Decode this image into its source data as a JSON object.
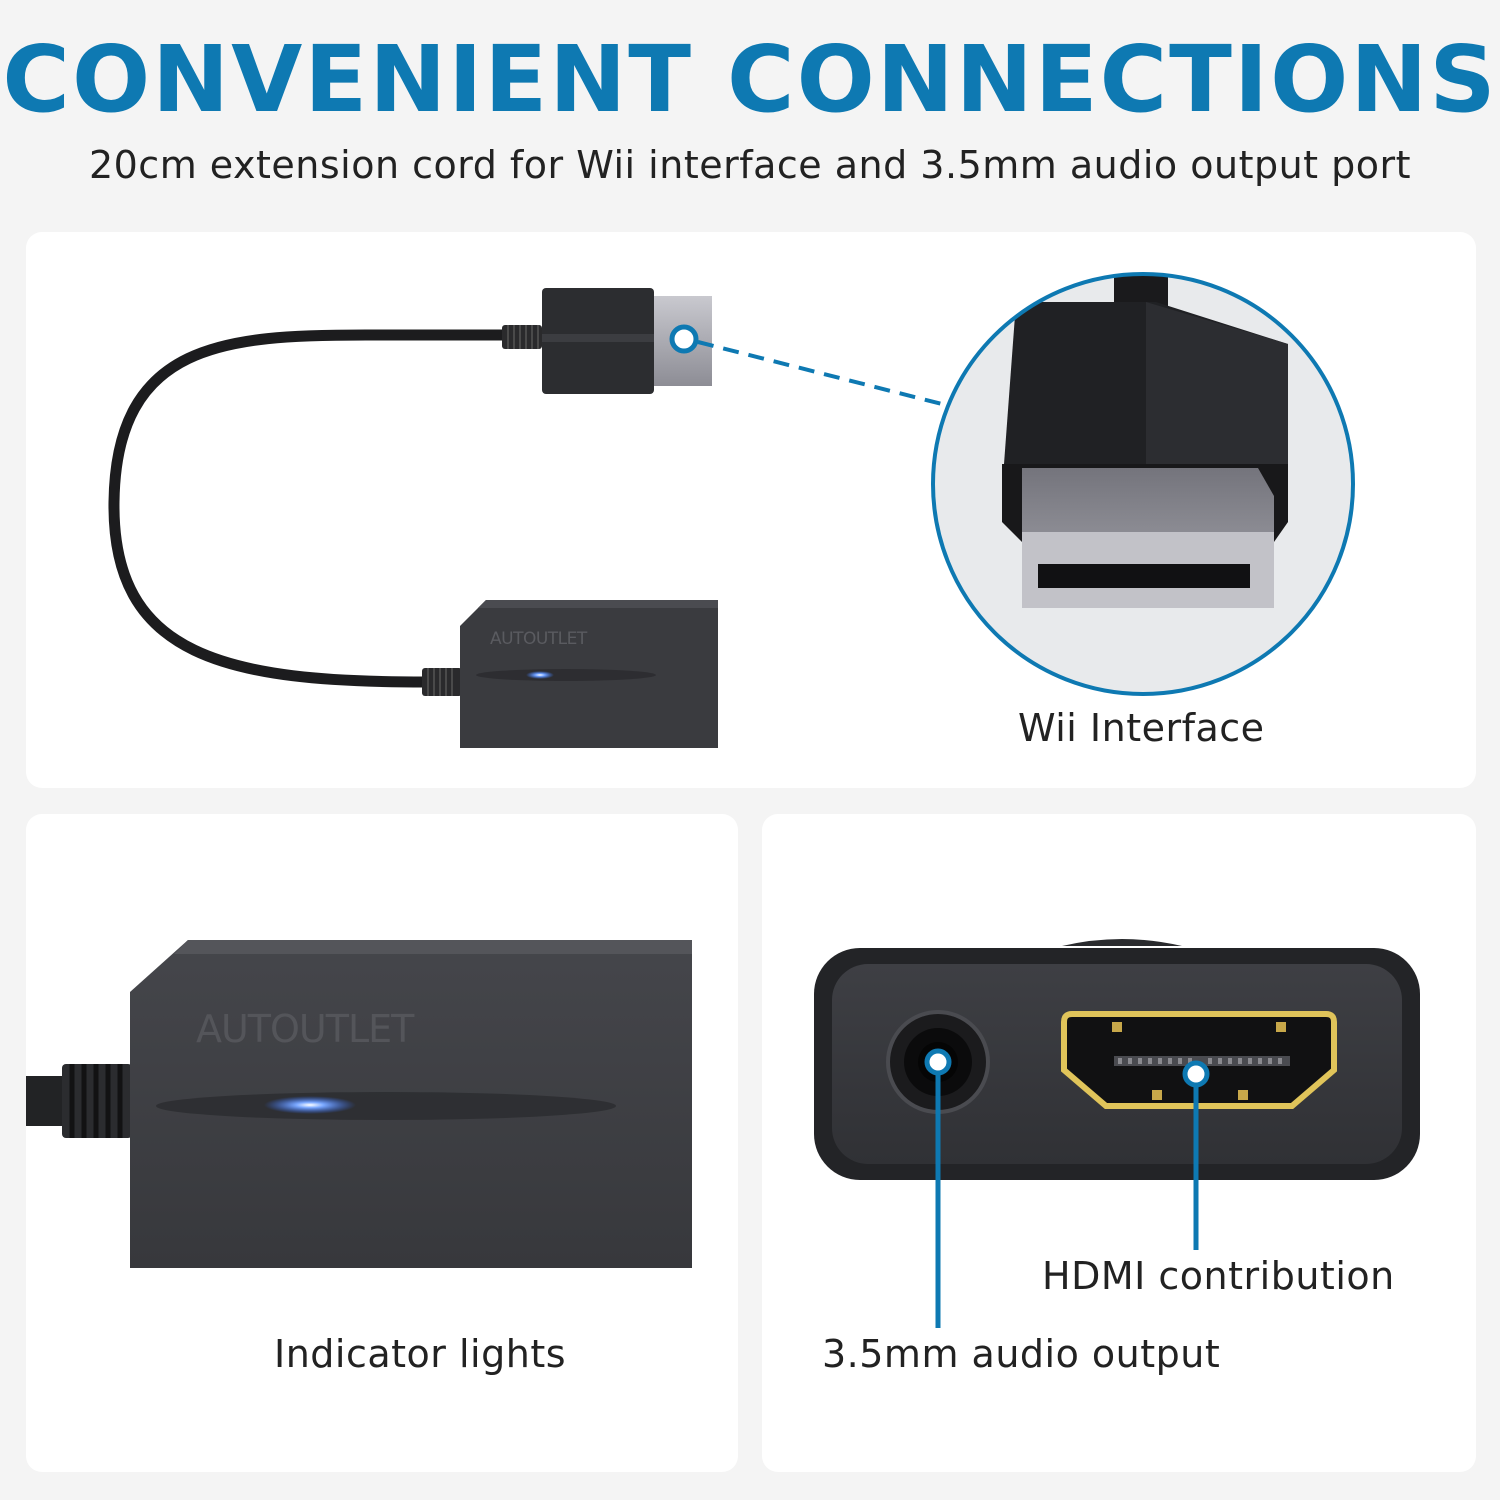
{
  "header": {
    "title": "CONVENIENT CONNECTIONS",
    "subtitle": "20cm extension cord for Wii interface and 3.5mm audio output port"
  },
  "brand": {
    "logo_text": "AUTOUTLET"
  },
  "callouts": {
    "wii_interface": "Wii Interface",
    "indicator_lights": "Indicator lights",
    "hdmi": "HDMI contribution",
    "audio": "3.5mm audio output"
  },
  "colors": {
    "accent": "#0e79b2",
    "device_body": "#3a3b3f",
    "led": "#3a7bff",
    "hdmi_gold": "#e0c45a"
  }
}
